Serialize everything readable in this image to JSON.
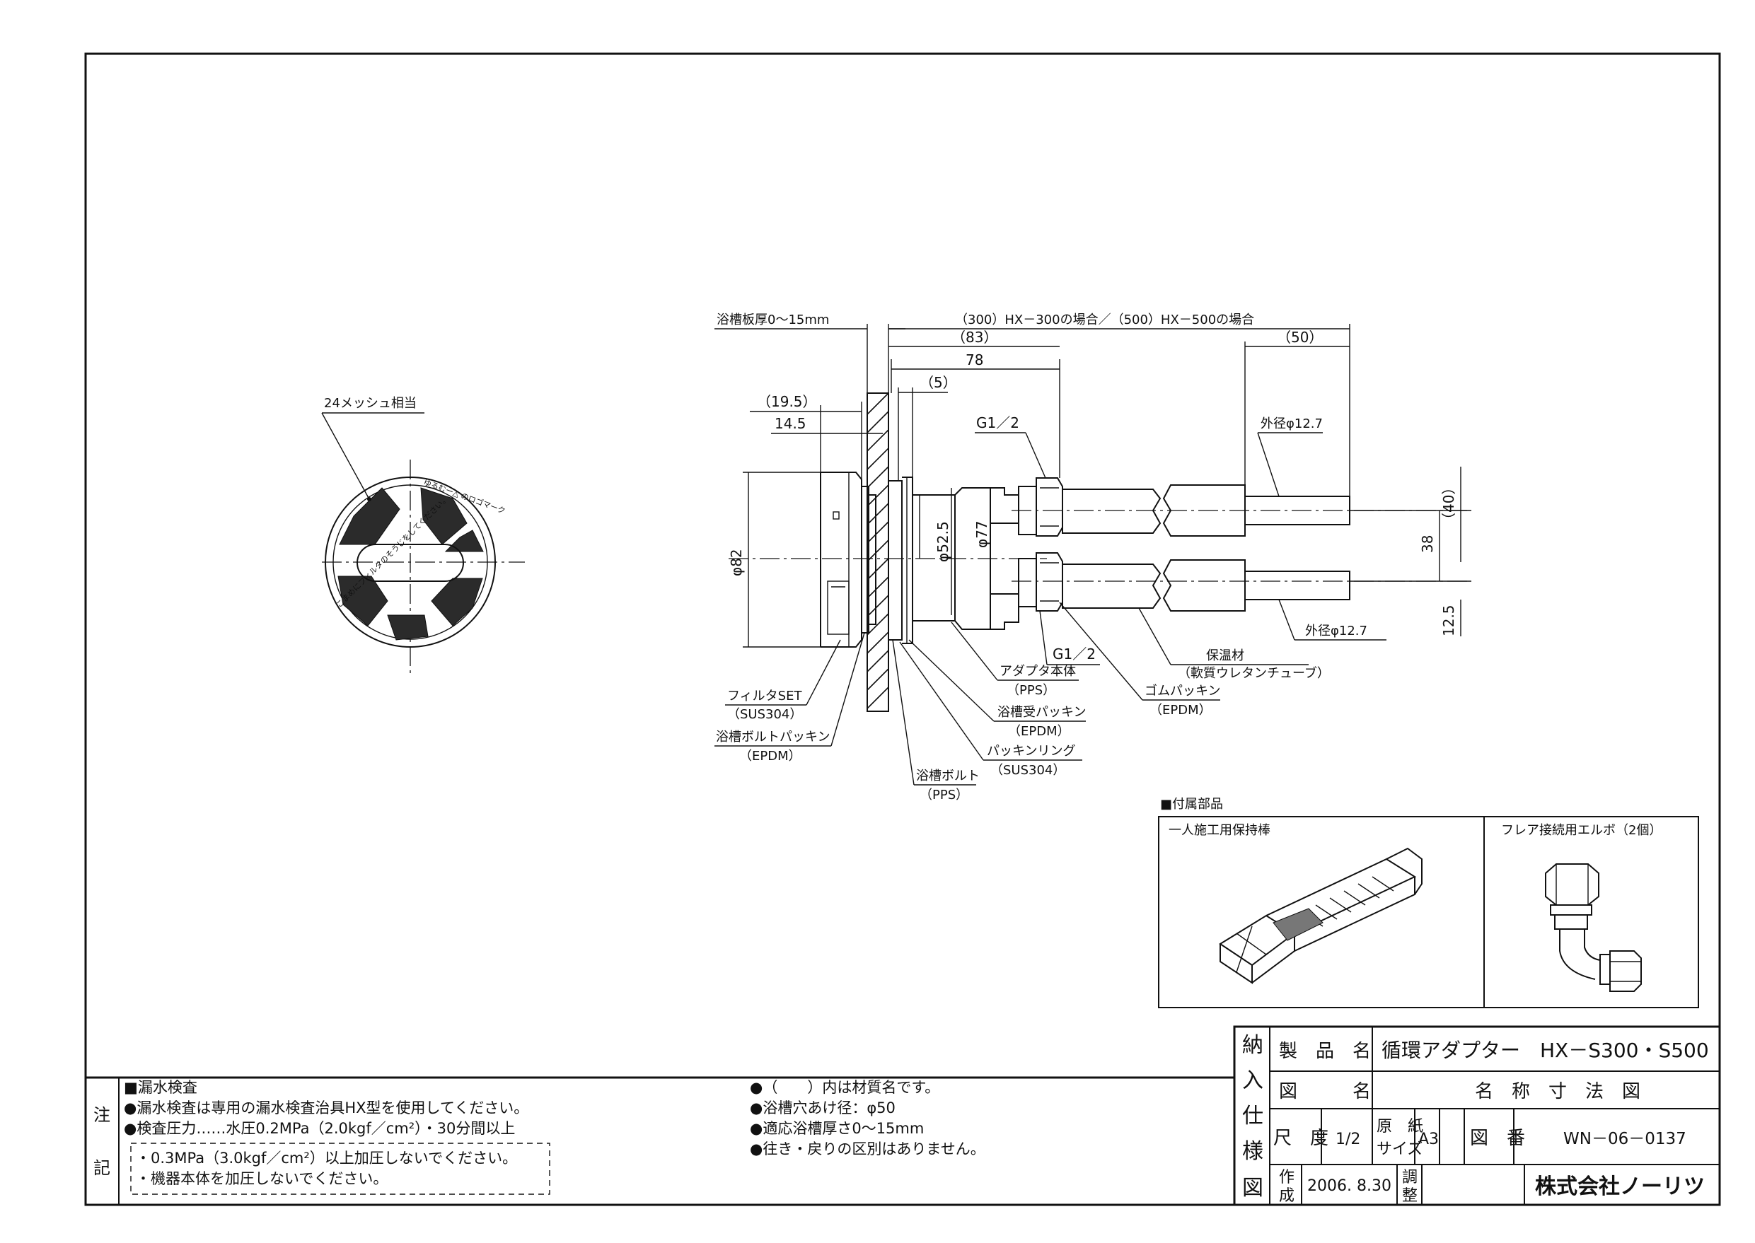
{
  "drawing": {
    "filter_view": {
      "label": "24メッシュ相当",
      "ring_text_top": "ゆるむー△ のロゴマーク",
      "ring_text_bottom": "こまめにフィルタのそうじをしてください。"
    },
    "dimensions": {
      "tub_thickness": "浴槽板厚0～15mm",
      "total_length": "（300）HX－300の場合／（500）HX－500の場合",
      "d83": "（83）",
      "d50": "（50）",
      "d78": "78",
      "d5": "（5）",
      "d19_5": "（19.5）",
      "d14_5": "14.5",
      "d82": "φ82",
      "d52_5": "φ52.5",
      "d77": "φ77",
      "d38": "38",
      "d40": "（40）",
      "d12_5": "12.5",
      "thread_top": "G1／2",
      "thread_bottom": "G1／2",
      "od_top": "外径φ12.7",
      "od_bottom": "外径φ12.7"
    },
    "callouts": [
      {
        "name": "フィルタSET",
        "material": "（SUS304）"
      },
      {
        "name": "浴槽ボルトパッキン",
        "material": "（EPDM）"
      },
      {
        "name": "浴槽ボルト",
        "material": "（PPS）"
      },
      {
        "name": "パッキンリング",
        "material": "（SUS304）"
      },
      {
        "name": "浴槽受パッキン",
        "material": "（EPDM）"
      },
      {
        "name": "アダプタ本体",
        "material": "（PPS）"
      },
      {
        "name": "ゴムパッキン",
        "material": "（EPDM）"
      },
      {
        "name": "保温材",
        "material": "（軟質ウレタンチューブ）"
      }
    ],
    "accessories": {
      "title": "■付属部品",
      "item1": "一人施工用保持棒",
      "item2": "フレア接続用エルボ（2個）"
    }
  },
  "notes": {
    "side_label_1": "注",
    "side_label_2": "記",
    "leak_title": "■漏水検査",
    "leak_line1": "●漏水検査は専用の漏水検査治具HX型を使用してください。",
    "leak_line2": "●検査圧力‥‥‥水圧0.2MPa（2.0kgf／cm²）・30分間以上",
    "box_line1": "・0.3MPa（3.0kgf／cm²）以上加圧しないでください。",
    "box_line2": "・機器本体を加圧しないでください。",
    "right_line1": "●（　　）内は材質名です。",
    "right_line2": "●浴槽穴あけ径：φ50",
    "right_line3": "●適応浴槽厚さ0～15mm",
    "right_line4": "●往き・戻りの区別はありません。"
  },
  "title_block": {
    "side_chars": [
      "納",
      "入",
      "仕",
      "様",
      "図"
    ],
    "product_label": "製　品　名",
    "product_value": "循環アダプター　HX－S300・S500",
    "drawing_label": "図　　　名",
    "drawing_value": "名　称　寸　法　図",
    "scale_label": "尺　度",
    "scale_value": "1/2",
    "paper_label_1": "原　紙",
    "paper_label_2": "サイズ",
    "paper_value": "A3",
    "number_label": "図　番",
    "number_value": "WN－06－0137",
    "made_label_1": "作",
    "made_label_2": "成",
    "made_value": "2006. 8.30",
    "adjust_label_1": "調",
    "adjust_label_2": "整",
    "company": "株式会社ノーリツ"
  }
}
